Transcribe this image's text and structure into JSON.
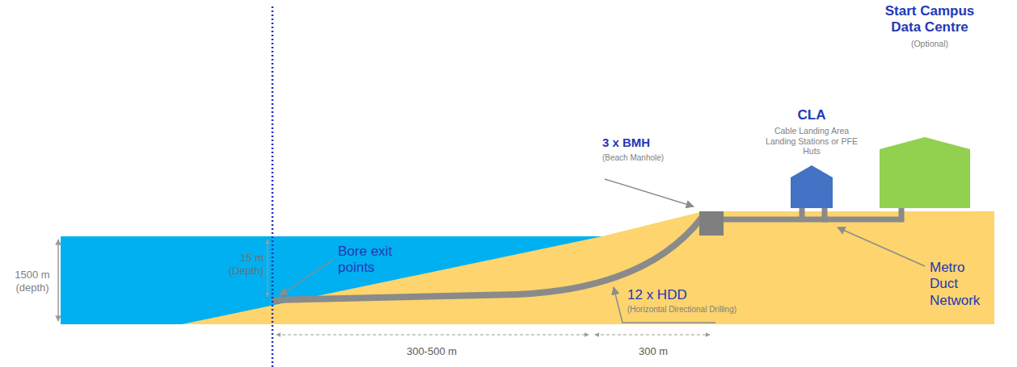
{
  "diagram": {
    "nodes": [
      {
        "text": [
          "CLA",
          "Cable Landing Area Landing Stations or PFE Huts"
        ]
      },
      {
        "text": [
          "Start Campus Data Centre",
          "(Optional)"
        ]
      }
    ],
    "edges": [
      {
        "from": 0,
        "to": 1,
        "arrow": "none"
      }
    ],
    "labels": [
      "1500 m (depth)",
      "15 m (Depth)",
      "Bore exit points",
      "3 x BMH",
      "(Beach Manhole)",
      "12 x HDD",
      "(Horizontal Directional Drilling)",
      "Metro Duct Network",
      "300-500 m",
      "300 m"
    ]
  }
}
